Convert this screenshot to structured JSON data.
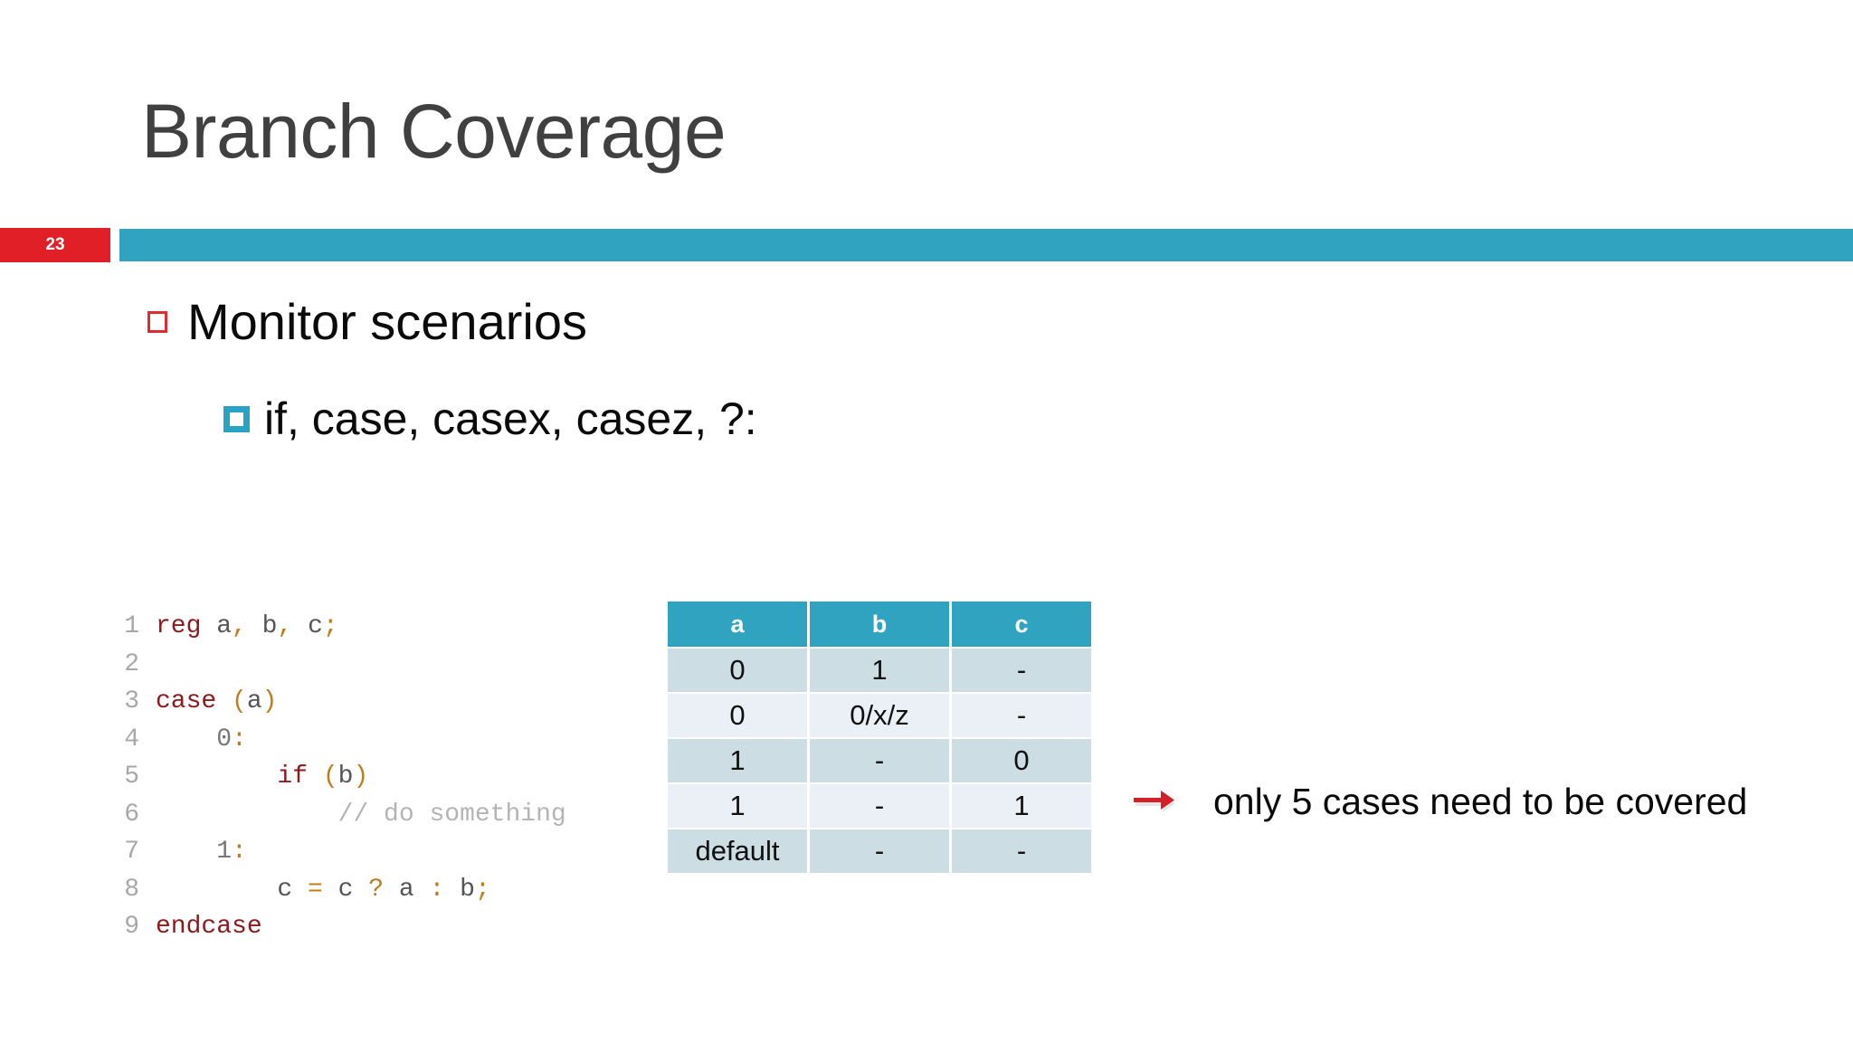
{
  "slide": {
    "title": "Branch Coverage",
    "number": "23",
    "accent_teal": "#2FA3C0",
    "accent_red": "#E01F26",
    "title_color": "#404040"
  },
  "bullets": {
    "level1": {
      "marker": "hollow-red-square",
      "text": "Monitor scenarios"
    },
    "level2": {
      "marker": "teal-square",
      "text": "if, case, casex, casez, ?:"
    }
  },
  "code": {
    "language": "verilog",
    "lines": [
      {
        "n": "1",
        "tokens": [
          {
            "t": "reg",
            "c": "kw"
          },
          {
            "t": " a",
            "c": "id"
          },
          {
            "t": ",",
            "c": "pun"
          },
          {
            "t": " b",
            "c": "id"
          },
          {
            "t": ",",
            "c": "pun"
          },
          {
            "t": " c",
            "c": "id"
          },
          {
            "t": ";",
            "c": "pun"
          }
        ]
      },
      {
        "n": "2",
        "tokens": []
      },
      {
        "n": "3",
        "tokens": [
          {
            "t": "case",
            "c": "kw"
          },
          {
            "t": " ",
            "c": "id"
          },
          {
            "t": "(",
            "c": "pun"
          },
          {
            "t": "a",
            "c": "id"
          },
          {
            "t": ")",
            "c": "pun"
          }
        ]
      },
      {
        "n": "4",
        "tokens": [
          {
            "t": "    ",
            "c": "id"
          },
          {
            "t": "0",
            "c": "num"
          },
          {
            "t": ":",
            "c": "pun"
          }
        ]
      },
      {
        "n": "5",
        "tokens": [
          {
            "t": "        ",
            "c": "id"
          },
          {
            "t": "if",
            "c": "kw"
          },
          {
            "t": " ",
            "c": "id"
          },
          {
            "t": "(",
            "c": "pun"
          },
          {
            "t": "b",
            "c": "id"
          },
          {
            "t": ")",
            "c": "pun"
          }
        ]
      },
      {
        "n": "6",
        "tokens": [
          {
            "t": "            ",
            "c": "id"
          },
          {
            "t": "// do something",
            "c": "cmt"
          }
        ]
      },
      {
        "n": "7",
        "tokens": [
          {
            "t": "    ",
            "c": "id"
          },
          {
            "t": "1",
            "c": "num"
          },
          {
            "t": ":",
            "c": "pun"
          }
        ]
      },
      {
        "n": "8",
        "tokens": [
          {
            "t": "        ",
            "c": "id"
          },
          {
            "t": "c",
            "c": "id"
          },
          {
            "t": " = ",
            "c": "pun"
          },
          {
            "t": "c",
            "c": "id"
          },
          {
            "t": " ",
            "c": "id"
          },
          {
            "t": "?",
            "c": "pun"
          },
          {
            "t": " a ",
            "c": "id"
          },
          {
            "t": ":",
            "c": "pun"
          },
          {
            "t": " b",
            "c": "id"
          },
          {
            "t": ";",
            "c": "pun"
          }
        ]
      },
      {
        "n": "9",
        "tokens": [
          {
            "t": "endcase",
            "c": "kw"
          }
        ]
      }
    ]
  },
  "table": {
    "headers": [
      "a",
      "b",
      "c"
    ],
    "rows": [
      [
        "0",
        "1",
        "-"
      ],
      [
        "0",
        "0/x/z",
        "-"
      ],
      [
        "1",
        "-",
        "0"
      ],
      [
        "1",
        "-",
        "1"
      ],
      [
        "default",
        "-",
        "-"
      ]
    ],
    "header_bg": "#2FA3C0",
    "row_bg_odd": "#CCDDE4",
    "row_bg_even": "#EAF0F5"
  },
  "annotation": {
    "arrow_color": "#D12027",
    "text": "only 5 cases need to be covered"
  }
}
